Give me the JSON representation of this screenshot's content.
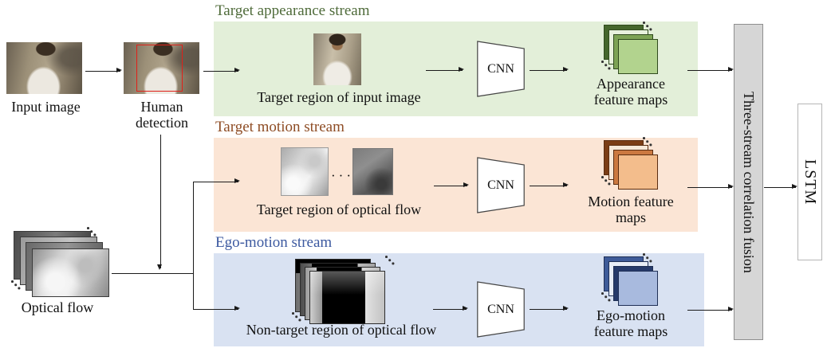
{
  "figure": {
    "type": "three-stream network architecture diagram"
  },
  "left_panel": {
    "input_image_label": "Input image",
    "human_detection_label": "Human detection",
    "optical_flow_label": "Optical flow"
  },
  "streams": {
    "appearance": {
      "title": "Target appearance stream",
      "input_caption": "Target region of input image",
      "cnn_label": "CNN",
      "maps_caption": "Appearance feature maps"
    },
    "motion": {
      "title": "Target motion stream",
      "input_caption": "Target region of optical flow",
      "cnn_label": "CNN",
      "maps_caption": "Motion feature maps",
      "ellipsis": "···"
    },
    "ego": {
      "title": "Ego-motion stream",
      "input_caption": "Non-target region of optical flow",
      "cnn_label": "CNN",
      "maps_caption": "Ego-motion feature maps"
    }
  },
  "fusion": {
    "label": "Three-stream correlation fusion"
  },
  "lstm": {
    "label": "LSTM"
  },
  "colors": {
    "band_appearance": "#e3efd9",
    "band_motion": "#fbe5d5",
    "band_ego": "#d9e2f2",
    "title_appearance": "#4f6b3a",
    "title_motion": "#8e4c24",
    "title_ego": "#3c59a0",
    "fusion_bg": "#d6d6d6",
    "fusion_border": "#8f8f8f",
    "lstm_border": "#b5b5b5",
    "arrow": "#1a1a1a",
    "detection_box": "#e0211a",
    "map_a1": "#45662c",
    "map_a2": "#e8f1dd",
    "map_a3": "#7da355",
    "map_a4": "#b2d38e",
    "map_border_a": "#2f4a1d",
    "map_m1": "#7b3d15",
    "map_m2": "#f6e8d8",
    "map_m3": "#cb7940",
    "map_m4": "#f3bd8c",
    "map_border_m": "#5a2d10",
    "map_e1": "#3e5b99",
    "map_e2": "#e8edf6",
    "map_e3": "#263a6a",
    "map_e4": "#a8bade",
    "map_border_e": "#1f2f55"
  }
}
